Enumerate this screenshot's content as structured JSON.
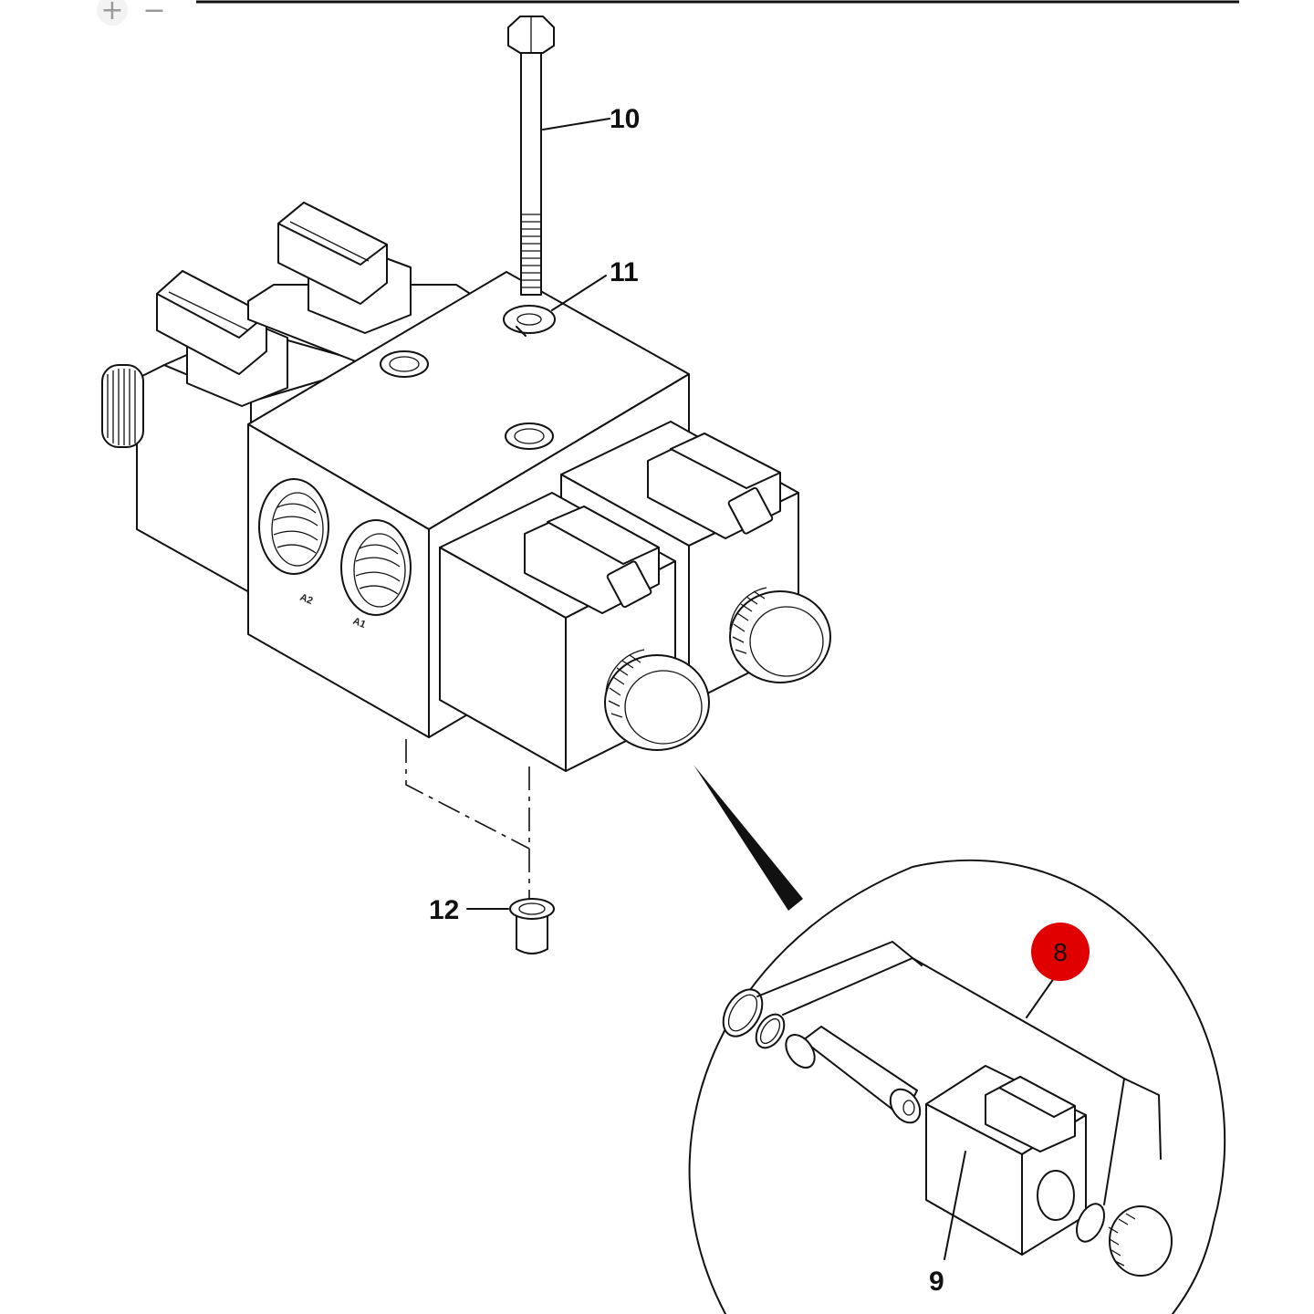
{
  "zoom": {
    "in_label": "+",
    "out_label": "−"
  },
  "callouts": {
    "bolt": "10",
    "washer": "11",
    "insert": "12",
    "seal_kit": "8",
    "coil": "9"
  },
  "port_labels": {
    "a2": "A2",
    "a1": "A1"
  },
  "colors": {
    "highlight": "#e00000",
    "line": "#111111",
    "background": "#ffffff"
  }
}
